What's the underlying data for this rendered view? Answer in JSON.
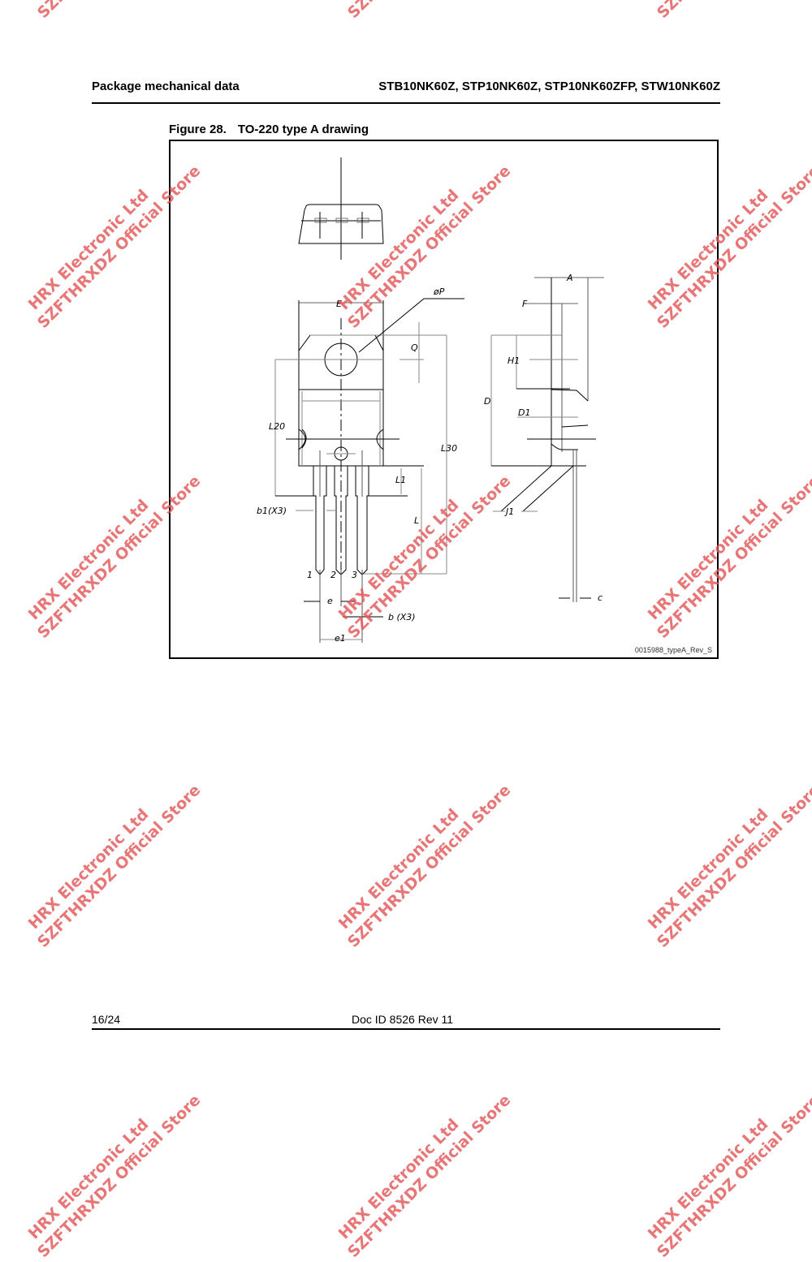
{
  "header": {
    "section_title": "Package mechanical data",
    "part_numbers": "STB10NK60Z, STP10NK60Z, STP10NK60ZFP, STW10NK60Z"
  },
  "figure": {
    "number": "Figure 28.",
    "title": "TO-220 type A drawing",
    "drawing_id": "0015988_typeA_Rev_S",
    "dimension_labels": {
      "E": "E",
      "oP": "øP",
      "Q": "Q",
      "L20": "L20",
      "L30": "L30",
      "L1": "L1",
      "b1": "b1(X3)",
      "L": "L",
      "pin1": "1",
      "pin2": "2",
      "pin3": "3",
      "e": "e",
      "b": "b  (X3)",
      "e1": "e1",
      "A": "A",
      "F": "F",
      "H1": "H1",
      "D": "D",
      "D1": "D1",
      "J1": "J1",
      "c": "c"
    }
  },
  "footer": {
    "page": "16/24",
    "doc_id": "Doc ID 8526 Rev 11"
  },
  "watermark": {
    "line1": "HRX Electronic Ltd",
    "line2": "SZFTHRXDZ Official Store",
    "color": "#e4585a"
  }
}
